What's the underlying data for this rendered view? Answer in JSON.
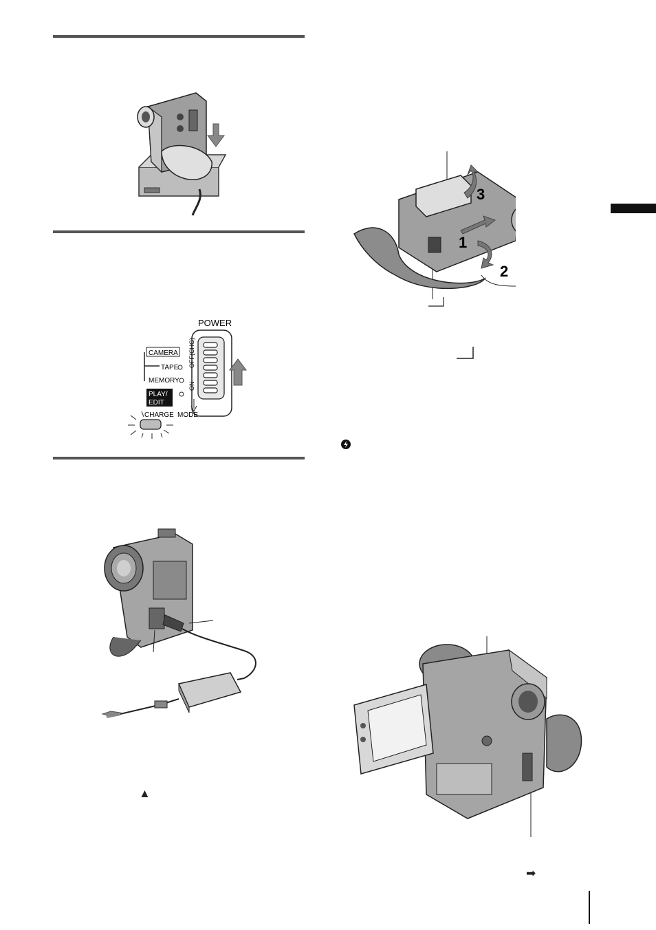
{
  "figures": {
    "charger_cradle": {
      "name": "camcorder-on-charging-cradle"
    },
    "power_switch": {
      "power_label": "POWER",
      "camera_label": "CAMERA",
      "tape_label": "TAPE",
      "memory_label": "MEMORY",
      "play_edit_label_line1": "PLAY/",
      "play_edit_label_line2": "EDIT",
      "charge_label": "CHARGE",
      "mode_label": "MODE",
      "off_chg_label": "OFF(CHG)",
      "on_label": "ON"
    },
    "battery_removal": {
      "step1": "1",
      "step2": "2",
      "step3": "3"
    },
    "ac_adaptor": {
      "name": "camcorder-with-ac-adaptor"
    },
    "lcd_camcorder": {
      "name": "camcorder-with-lcd-open"
    }
  },
  "symbols": {
    "up_triangle": "▲",
    "arrow_right": "➡"
  },
  "colors": {
    "rule": "#555555",
    "body_gray": "#9a9a9a",
    "dark_gray": "#555555",
    "light_gray": "#cfcfcf",
    "black": "#111111"
  }
}
